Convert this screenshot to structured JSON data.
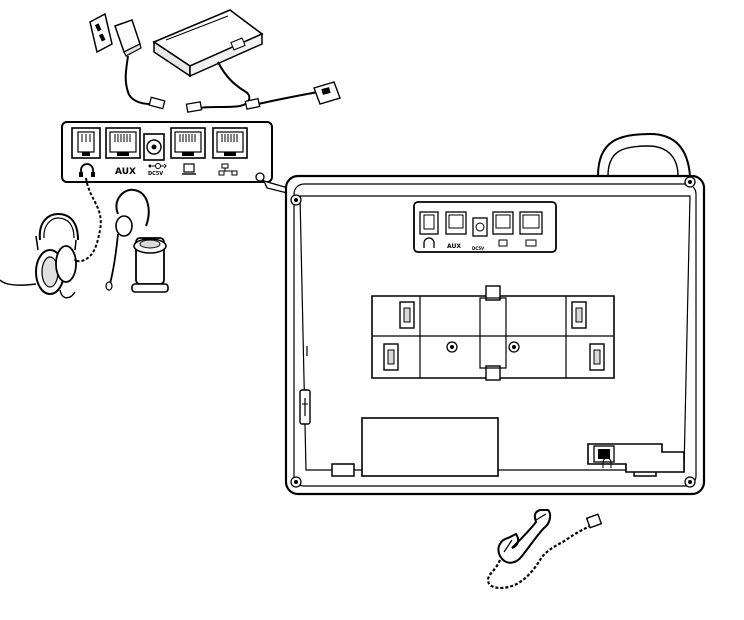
{
  "port_panel_large": {
    "aux_label": "AUX",
    "dc_label": "DC5V",
    "ports": [
      "headset-port",
      "aux-port",
      "dc-power-port",
      "internet-port",
      "pc-port"
    ]
  },
  "port_panel_small": {
    "aux_label": "AUX",
    "dc_label": "DC5V"
  },
  "colors": {
    "line": "#000000",
    "fill": "#ffffff",
    "shade": "#d9d9d9"
  }
}
